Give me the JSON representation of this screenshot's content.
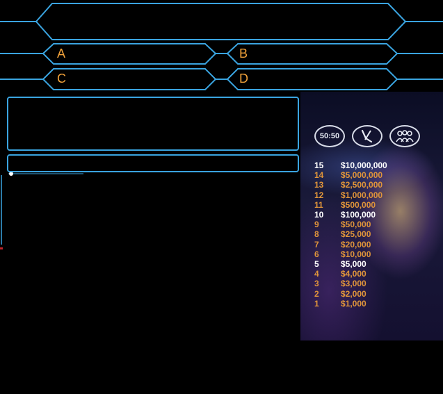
{
  "question": {
    "text": ""
  },
  "answers": [
    {
      "letter": "A",
      "text": ""
    },
    {
      "letter": "B",
      "text": ""
    },
    {
      "letter": "C",
      "text": ""
    },
    {
      "letter": "D",
      "text": ""
    }
  ],
  "lifelines": [
    {
      "name": "fifty-fifty",
      "label": "50:50",
      "icon": "fifty-fifty-icon"
    },
    {
      "name": "phone-a-friend",
      "label": "",
      "icon": "phone-icon"
    },
    {
      "name": "ask-the-audience",
      "label": "",
      "icon": "audience-icon"
    }
  ],
  "money_ladder": [
    {
      "level": "15",
      "amount": "$10,000,000",
      "milestone": true
    },
    {
      "level": "14",
      "amount": "$5,000,000",
      "milestone": false
    },
    {
      "level": "13",
      "amount": "$2,500,000",
      "milestone": false
    },
    {
      "level": "12",
      "amount": "$1,000,000",
      "milestone": false
    },
    {
      "level": "11",
      "amount": "$500,000",
      "milestone": false
    },
    {
      "level": "10",
      "amount": "$100,000",
      "milestone": true
    },
    {
      "level": "9",
      "amount": "$50,000",
      "milestone": false
    },
    {
      "level": "8",
      "amount": "$25,000",
      "milestone": false
    },
    {
      "level": "7",
      "amount": "$20,000",
      "milestone": false
    },
    {
      "level": "6",
      "amount": "$10,000",
      "milestone": false
    },
    {
      "level": "5",
      "amount": "$5,000",
      "milestone": true
    },
    {
      "level": "4",
      "amount": "$4,000",
      "milestone": false
    },
    {
      "level": "3",
      "amount": "$3,000",
      "milestone": false
    },
    {
      "level": "2",
      "amount": "$2,000",
      "milestone": false
    },
    {
      "level": "1",
      "amount": "$1,000",
      "milestone": false
    }
  ],
  "colors": {
    "frame_blue": "#3aa4e0",
    "letter_orange": "#f2a23a",
    "milestone_white": "#ffffff",
    "ladder_orange": "#e0953a"
  }
}
